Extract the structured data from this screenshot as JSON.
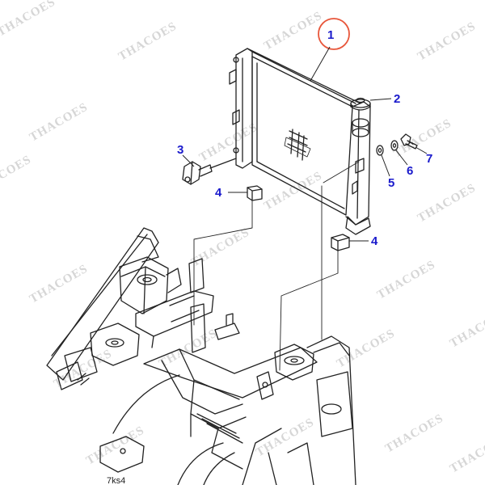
{
  "diagram": {
    "callouts": [
      {
        "id": "1",
        "label": "1",
        "highlighted": true
      },
      {
        "id": "2",
        "label": "2"
      },
      {
        "id": "3",
        "label": "3"
      },
      {
        "id": "4a",
        "label": "4"
      },
      {
        "id": "4b",
        "label": "4"
      },
      {
        "id": "5",
        "label": "5"
      },
      {
        "id": "6",
        "label": "6"
      },
      {
        "id": "7",
        "label": "7"
      }
    ],
    "watermark": "THACOES",
    "corner_caption": "7ks4"
  },
  "colors": {
    "callout_text": "#1a1acc",
    "line_art": "#222222",
    "highlight_ring": "#e8563a",
    "watermark": "#d6d6d6"
  }
}
